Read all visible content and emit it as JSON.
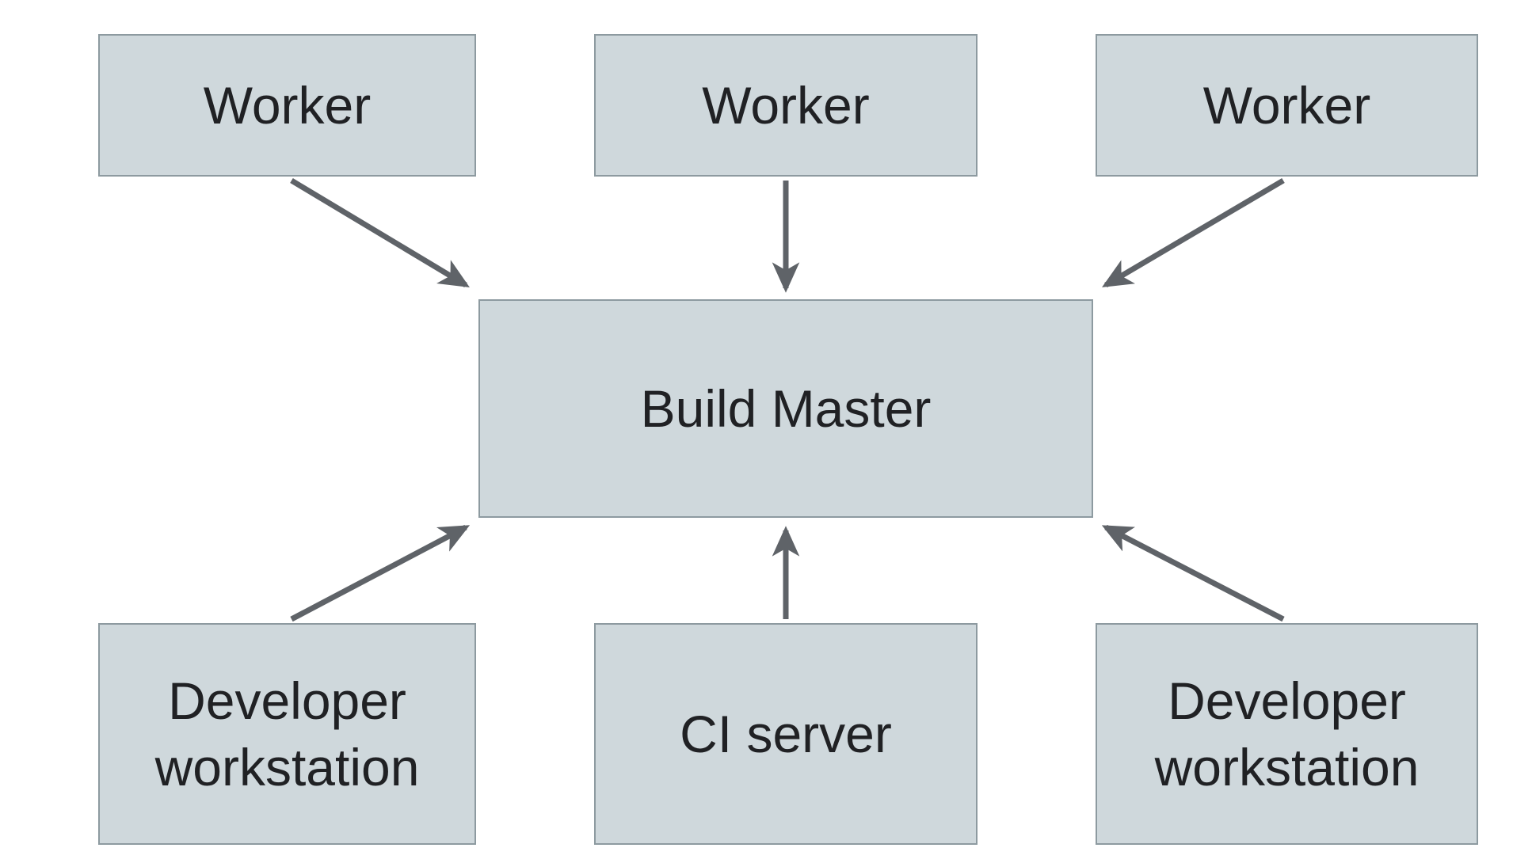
{
  "diagram": {
    "type": "architecture-diagram",
    "nodes": {
      "worker_1": {
        "label": "Worker"
      },
      "worker_2": {
        "label": "Worker"
      },
      "worker_3": {
        "label": "Worker"
      },
      "build_master": {
        "label": "Build Master"
      },
      "dev_workstation_1": {
        "label": "Developer workstation"
      },
      "ci_server": {
        "label": "CI server"
      },
      "dev_workstation_2": {
        "label": "Developer workstation"
      }
    },
    "edges": [
      {
        "from": "worker_1",
        "to": "build_master",
        "direction": "arrow-into-build-master"
      },
      {
        "from": "worker_2",
        "to": "build_master",
        "direction": "arrow-into-build-master"
      },
      {
        "from": "worker_3",
        "to": "build_master",
        "direction": "arrow-into-build-master"
      },
      {
        "from": "dev_workstation_1",
        "to": "build_master",
        "direction": "arrow-into-build-master"
      },
      {
        "from": "ci_server",
        "to": "build_master",
        "direction": "arrow-into-build-master"
      },
      {
        "from": "dev_workstation_2",
        "to": "build_master",
        "direction": "arrow-into-build-master"
      }
    ],
    "colors": {
      "node_fill": "#cfd8dc",
      "node_border": "#8d9aa0",
      "arrow": "#5f6368",
      "text": "#202124",
      "background": "#ffffff"
    }
  }
}
